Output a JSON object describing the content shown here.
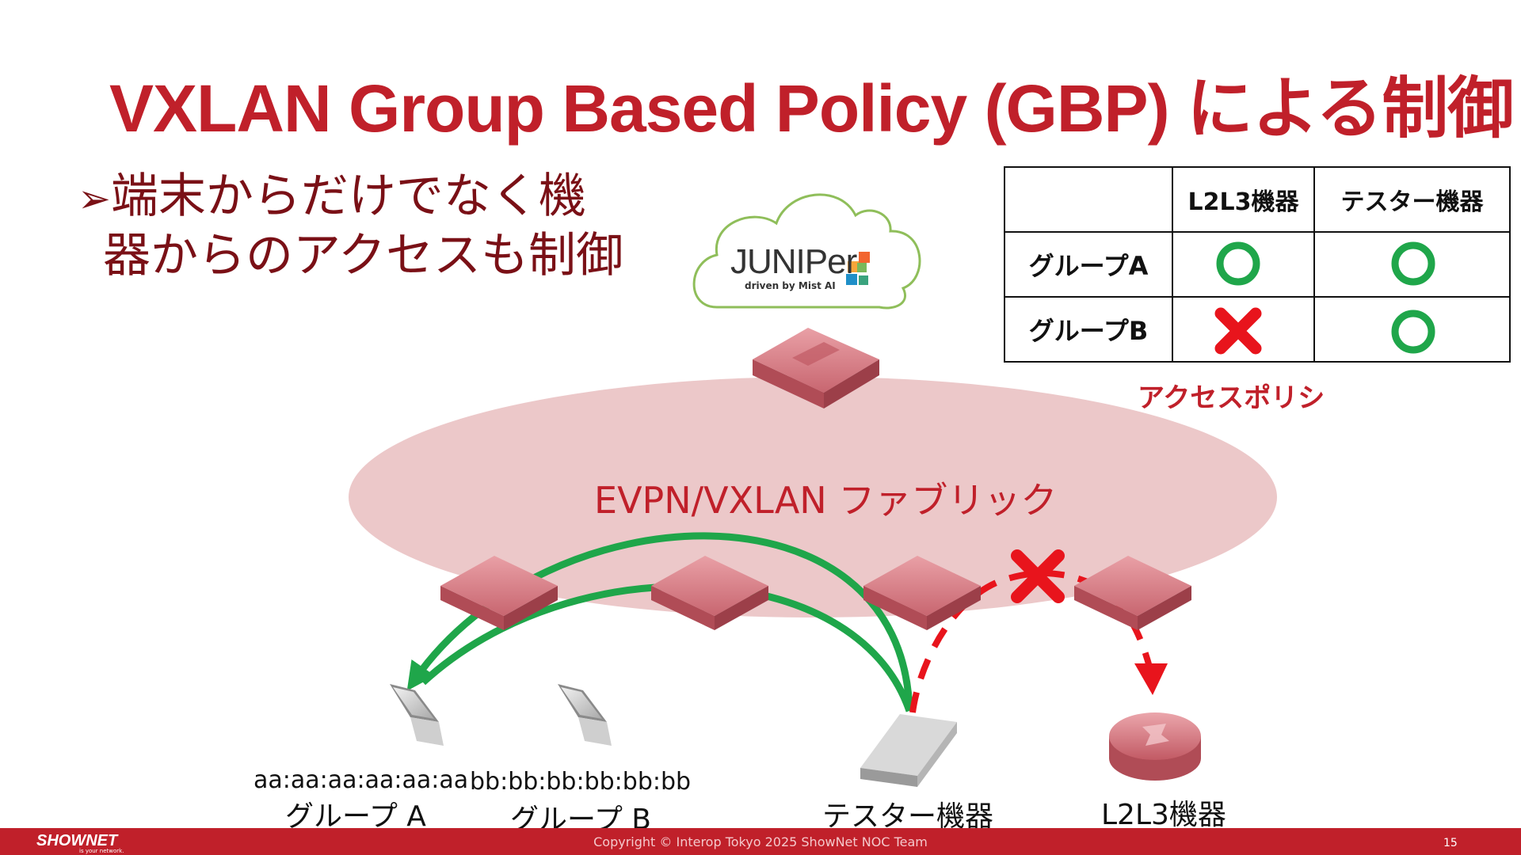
{
  "title": "VXLAN Group Based Policy (GBP) による制御",
  "bullet": {
    "marker": "➢",
    "line1": "端末からだけでなく機",
    "line2": "器からのアクセスも制御"
  },
  "cloud": {
    "brand": "JUNIPer",
    "tagline": "driven by Mist AI"
  },
  "policy_table": {
    "header": [
      "",
      "L2L3機器",
      "テスター機器"
    ],
    "rows": [
      {
        "label": "グループA",
        "cells": [
          "circle",
          "circle"
        ]
      },
      {
        "label": "グループB",
        "cells": [
          "cross",
          "circle"
        ]
      }
    ],
    "caption": "アクセスポリシ"
  },
  "fabric_label": "EVPN/VXLAN ファブリック",
  "devices": {
    "laptop_a": {
      "mac": "aa:aa:aa:aa:aa:aa",
      "group": "グループ A"
    },
    "laptop_b": {
      "mac": "bb:bb:bb:bb:bb:bb",
      "group": "グループ B"
    },
    "tester": {
      "label": "テスター機器"
    },
    "router": {
      "label": "L2L3機器"
    }
  },
  "footer": {
    "logo": "SHOWNET",
    "logo_sub": "is your network.",
    "copyright": "Copyright © Interop Tokyo 2025 ShowNet NOC Team",
    "page": "15"
  },
  "colors": {
    "accent": "#c0202a",
    "allow": "#1fa64a",
    "deny": "#e8141c",
    "fabric": "#ecc8c9"
  }
}
